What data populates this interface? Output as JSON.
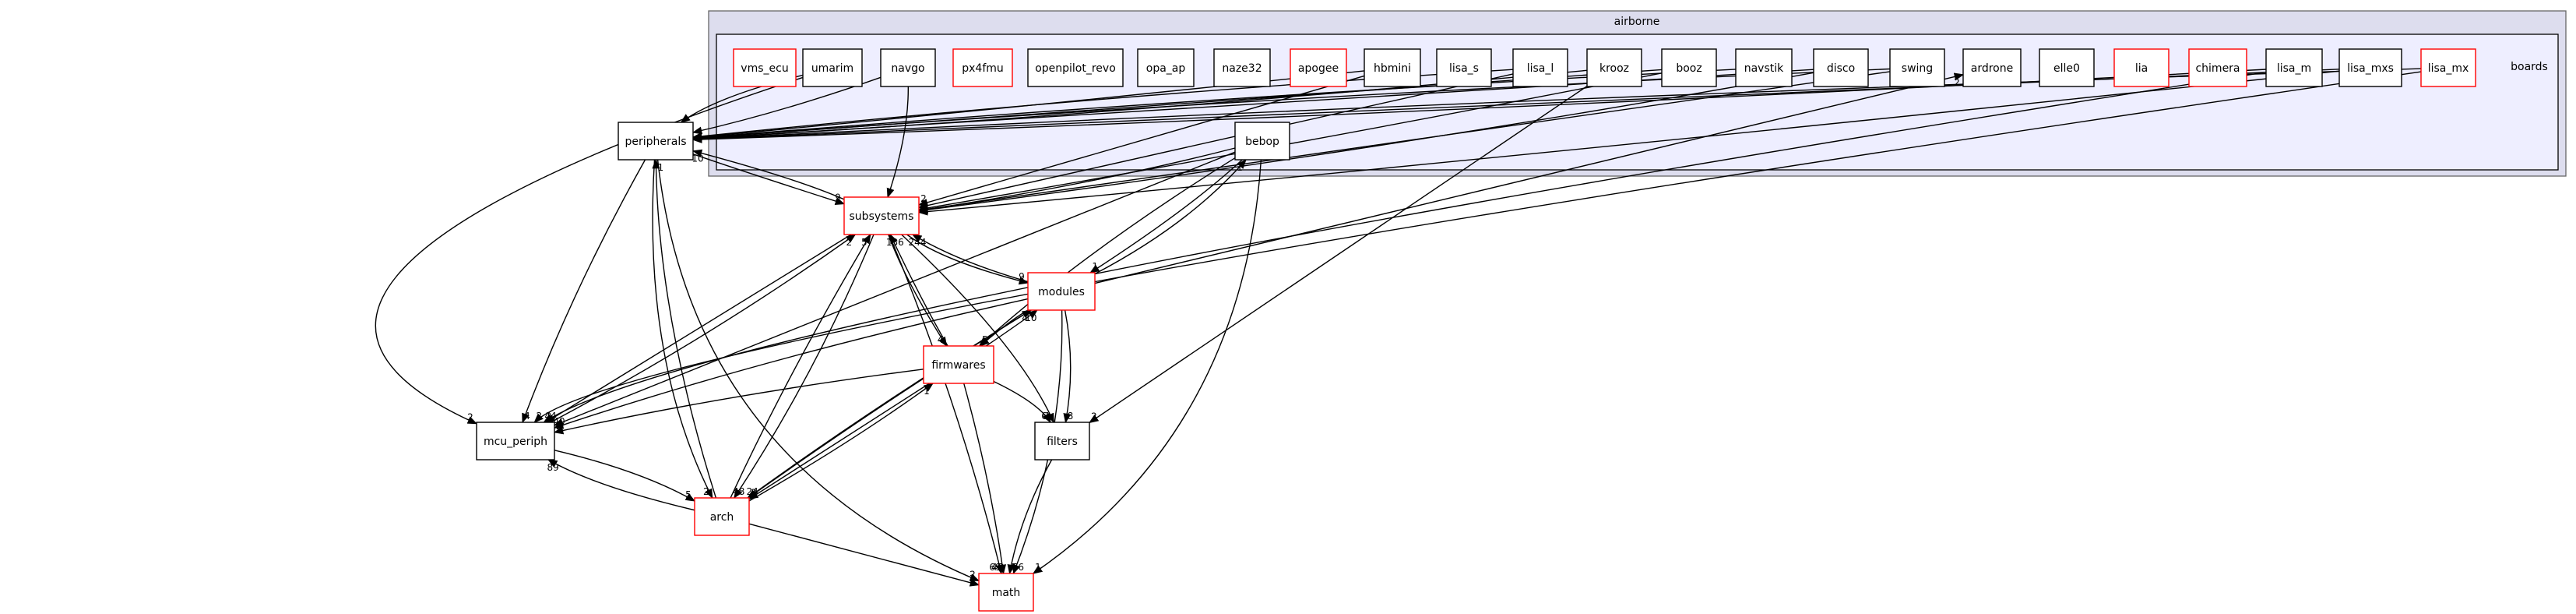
{
  "clusters": [
    {
      "id": "airborne",
      "label": "airborne",
      "fill": "#ddddee",
      "stroke": "#666666"
    },
    {
      "id": "boards",
      "label": "boards",
      "fill": "#eeeeff",
      "stroke": "#000000"
    }
  ],
  "nodes": [
    {
      "id": "vms_ecu",
      "label": "vms_ecu",
      "border": "#ff0000"
    },
    {
      "id": "umarim",
      "label": "umarim",
      "border": "#000000"
    },
    {
      "id": "navgo",
      "label": "navgo",
      "border": "#000000"
    },
    {
      "id": "px4fmu",
      "label": "px4fmu",
      "border": "#ff0000"
    },
    {
      "id": "openpilot_revo",
      "label": "openpilot_revo",
      "border": "#000000"
    },
    {
      "id": "opa_ap",
      "label": "opa_ap",
      "border": "#000000"
    },
    {
      "id": "naze32",
      "label": "naze32",
      "border": "#000000"
    },
    {
      "id": "apogee",
      "label": "apogee",
      "border": "#ff0000"
    },
    {
      "id": "hbmini",
      "label": "hbmini",
      "border": "#000000"
    },
    {
      "id": "lisa_s",
      "label": "lisa_s",
      "border": "#000000"
    },
    {
      "id": "lisa_l",
      "label": "lisa_l",
      "border": "#000000"
    },
    {
      "id": "krooz",
      "label": "krooz",
      "border": "#000000"
    },
    {
      "id": "booz",
      "label": "booz",
      "border": "#000000"
    },
    {
      "id": "navstik",
      "label": "navstik",
      "border": "#000000"
    },
    {
      "id": "disco",
      "label": "disco",
      "border": "#000000"
    },
    {
      "id": "swing",
      "label": "swing",
      "border": "#000000"
    },
    {
      "id": "ardrone",
      "label": "ardrone",
      "border": "#000000"
    },
    {
      "id": "elle0",
      "label": "elle0",
      "border": "#000000"
    },
    {
      "id": "lia",
      "label": "lia",
      "border": "#ff0000"
    },
    {
      "id": "chimera",
      "label": "chimera",
      "border": "#ff0000"
    },
    {
      "id": "lisa_m",
      "label": "lisa_m",
      "border": "#000000"
    },
    {
      "id": "lisa_mxs",
      "label": "lisa_mxs",
      "border": "#000000"
    },
    {
      "id": "lisa_mx",
      "label": "lisa_mx",
      "border": "#ff0000"
    },
    {
      "id": "peripherals",
      "label": "peripherals",
      "border": "#000000"
    },
    {
      "id": "bebop",
      "label": "bebop",
      "border": "#000000"
    },
    {
      "id": "subsystems",
      "label": "subsystems",
      "border": "#ff0000"
    },
    {
      "id": "modules",
      "label": "modules",
      "border": "#ff0000"
    },
    {
      "id": "firmwares",
      "label": "firmwares",
      "border": "#ff0000"
    },
    {
      "id": "mcu_periph",
      "label": "mcu_periph",
      "border": "#000000"
    },
    {
      "id": "filters",
      "label": "filters",
      "border": "#000000"
    },
    {
      "id": "arch",
      "label": "arch",
      "border": "#ff0000"
    },
    {
      "id": "math",
      "label": "math",
      "border": "#ff0000"
    }
  ],
  "edges": [
    {
      "from": "umarim",
      "to": "peripherals",
      "label": ""
    },
    {
      "from": "umarim",
      "to": "mcu_periph",
      "label": "2"
    },
    {
      "from": "navgo",
      "to": "peripherals",
      "label": ""
    },
    {
      "from": "navgo",
      "to": "subsystems",
      "label": ""
    },
    {
      "from": "hbmini",
      "to": "peripherals",
      "label": ""
    },
    {
      "from": "hbmini",
      "to": "subsystems",
      "label": "2"
    },
    {
      "from": "lisa_l",
      "to": "peripherals",
      "label": ""
    },
    {
      "from": "lisa_l",
      "to": "subsystems",
      "label": ""
    },
    {
      "from": "krooz",
      "to": "peripherals",
      "label": ""
    },
    {
      "from": "krooz",
      "to": "filters",
      "label": "2"
    },
    {
      "from": "booz",
      "to": "peripherals",
      "label": ""
    },
    {
      "from": "booz",
      "to": "subsystems",
      "label": ""
    },
    {
      "from": "navstik",
      "to": "peripherals",
      "label": ""
    },
    {
      "from": "disco",
      "to": "peripherals",
      "label": ""
    },
    {
      "from": "disco",
      "to": "subsystems",
      "label": ""
    },
    {
      "from": "swing",
      "to": "peripherals",
      "label": ""
    },
    {
      "from": "swing",
      "to": "subsystems",
      "label": ""
    },
    {
      "from": "lisa_m",
      "to": "peripherals",
      "label": ""
    },
    {
      "from": "lisa_m",
      "to": "mcu_periph",
      "label": "2"
    },
    {
      "from": "lisa_mxs",
      "to": "peripherals",
      "label": ""
    },
    {
      "from": "lisa_mxs",
      "to": "subsystems",
      "label": ""
    },
    {
      "from": "lisa_mx",
      "to": "peripherals",
      "label": ""
    },
    {
      "from": "lisa_mx",
      "to": "mcu_periph",
      "label": "2"
    },
    {
      "from": "bebop",
      "to": "subsystems",
      "label": "2"
    },
    {
      "from": "bebop",
      "to": "modules",
      "label": "1"
    },
    {
      "from": "bebop",
      "to": "firmwares",
      "label": ""
    },
    {
      "from": "bebop",
      "to": "math",
      "label": "1"
    },
    {
      "from": "bebop",
      "to": "mcu_periph",
      "label": ""
    },
    {
      "from": "modules",
      "to": "ardrone",
      "label": "2"
    },
    {
      "from": "modules",
      "to": "bebop",
      "label": "1"
    },
    {
      "from": "peripherals",
      "to": "subsystems",
      "label": "9"
    },
    {
      "from": "peripherals",
      "to": "mcu_periph",
      "label": "4"
    },
    {
      "from": "peripherals",
      "to": "arch",
      "label": "2"
    },
    {
      "from": "peripherals",
      "to": "math",
      "label": "2"
    },
    {
      "from": "subsystems",
      "to": "peripherals",
      "label": "10"
    },
    {
      "from": "subsystems",
      "to": "modules",
      "label": "9"
    },
    {
      "from": "subsystems",
      "to": "firmwares",
      "label": "4"
    },
    {
      "from": "subsystems",
      "to": "mcu_periph",
      "label": "44"
    },
    {
      "from": "subsystems",
      "to": "arch",
      "label": "48"
    },
    {
      "from": "subsystems",
      "to": "math",
      "label": "69"
    },
    {
      "from": "subsystems",
      "to": "filters",
      "label": "1"
    },
    {
      "from": "modules",
      "to": "subsystems",
      "label": "244"
    },
    {
      "from": "modules",
      "to": "firmwares",
      "label": "5"
    },
    {
      "from": "modules",
      "to": "filters",
      "label": "8"
    },
    {
      "from": "modules",
      "to": "math",
      "label": "66"
    },
    {
      "from": "modules",
      "to": "mcu_periph",
      "label": "40"
    },
    {
      "from": "modules",
      "to": "arch",
      "label": "24"
    },
    {
      "from": "firmwares",
      "to": "subsystems",
      "label": "136"
    },
    {
      "from": "firmwares",
      "to": "modules",
      "label": "10"
    },
    {
      "from": "firmwares",
      "to": "filters",
      "label": "6"
    },
    {
      "from": "firmwares",
      "to": "math",
      "label": "45"
    },
    {
      "from": "firmwares",
      "to": "mcu_periph",
      "label": "2"
    },
    {
      "from": "firmwares",
      "to": "arch",
      "label": "3"
    },
    {
      "from": "mcu_periph",
      "to": "subsystems",
      "label": "2"
    },
    {
      "from": "mcu_periph",
      "to": "arch",
      "label": "5"
    },
    {
      "from": "arch",
      "to": "peripherals",
      "label": "1"
    },
    {
      "from": "arch",
      "to": "subsystems",
      "label": "5"
    },
    {
      "from": "arch",
      "to": "modules",
      "label": "4"
    },
    {
      "from": "arch",
      "to": "firmwares",
      "label": "1"
    },
    {
      "from": "arch",
      "to": "mcu_periph",
      "label": "89"
    },
    {
      "from": "arch",
      "to": "math",
      "label": "2"
    },
    {
      "from": "filters",
      "to": "math",
      "label": "5"
    }
  ]
}
